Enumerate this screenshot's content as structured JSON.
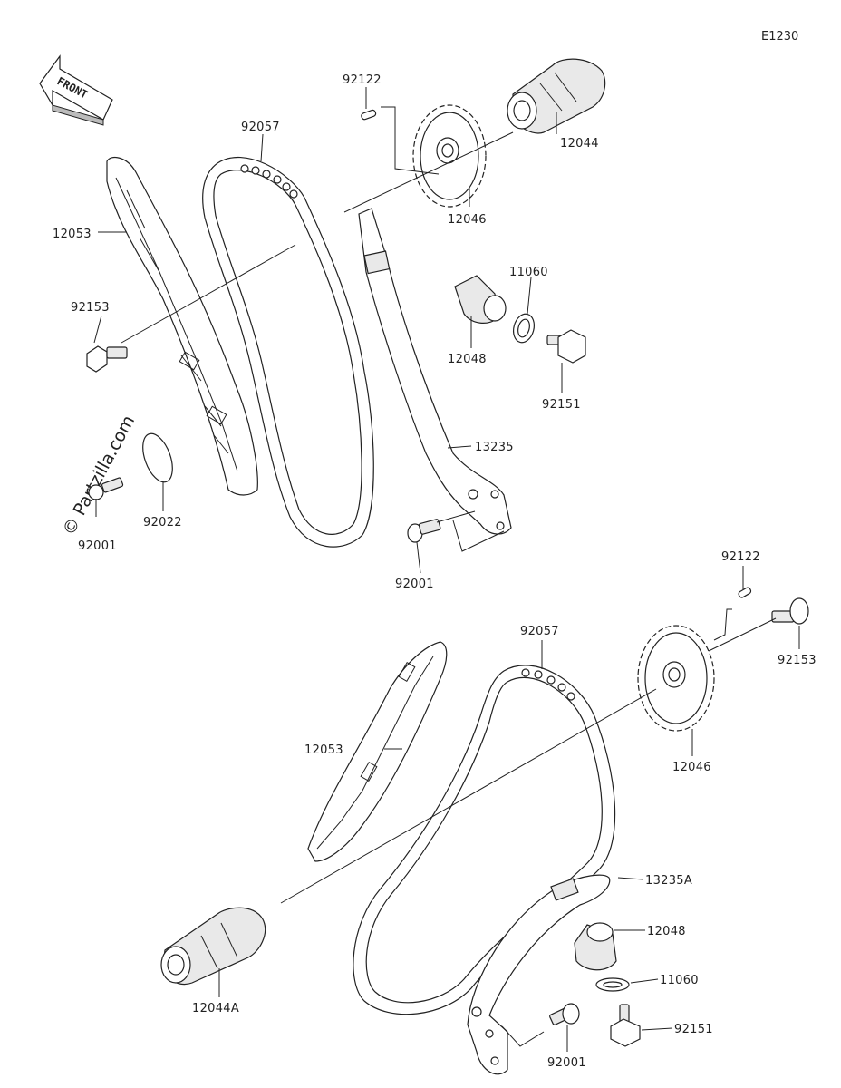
{
  "diagram": {
    "code": "E1230",
    "front_label": "FRONT",
    "watermark": "© Partzilla.com",
    "labels": {
      "p92122_top": "92122",
      "p92057_top": "92057",
      "p12044": "12044",
      "p12053_top": "12053",
      "p12046_top": "12046",
      "p11060_top": "11060",
      "p92153_top": "92153",
      "p12048_top": "12048",
      "p92151_top": "92151",
      "p13235": "13235",
      "p92001_left": "92001",
      "p92022": "92022",
      "p92001_mid": "92001",
      "p92122_bot": "92122",
      "p92057_bot": "92057",
      "p92153_bot": "92153",
      "p12053_bot": "12053",
      "p12046_bot": "12046",
      "p13235A": "13235A",
      "p12048_bot": "12048",
      "p11060_bot": "11060",
      "p12044A": "12044A",
      "p92151_bot": "92151",
      "p92001_bot": "92001"
    }
  }
}
